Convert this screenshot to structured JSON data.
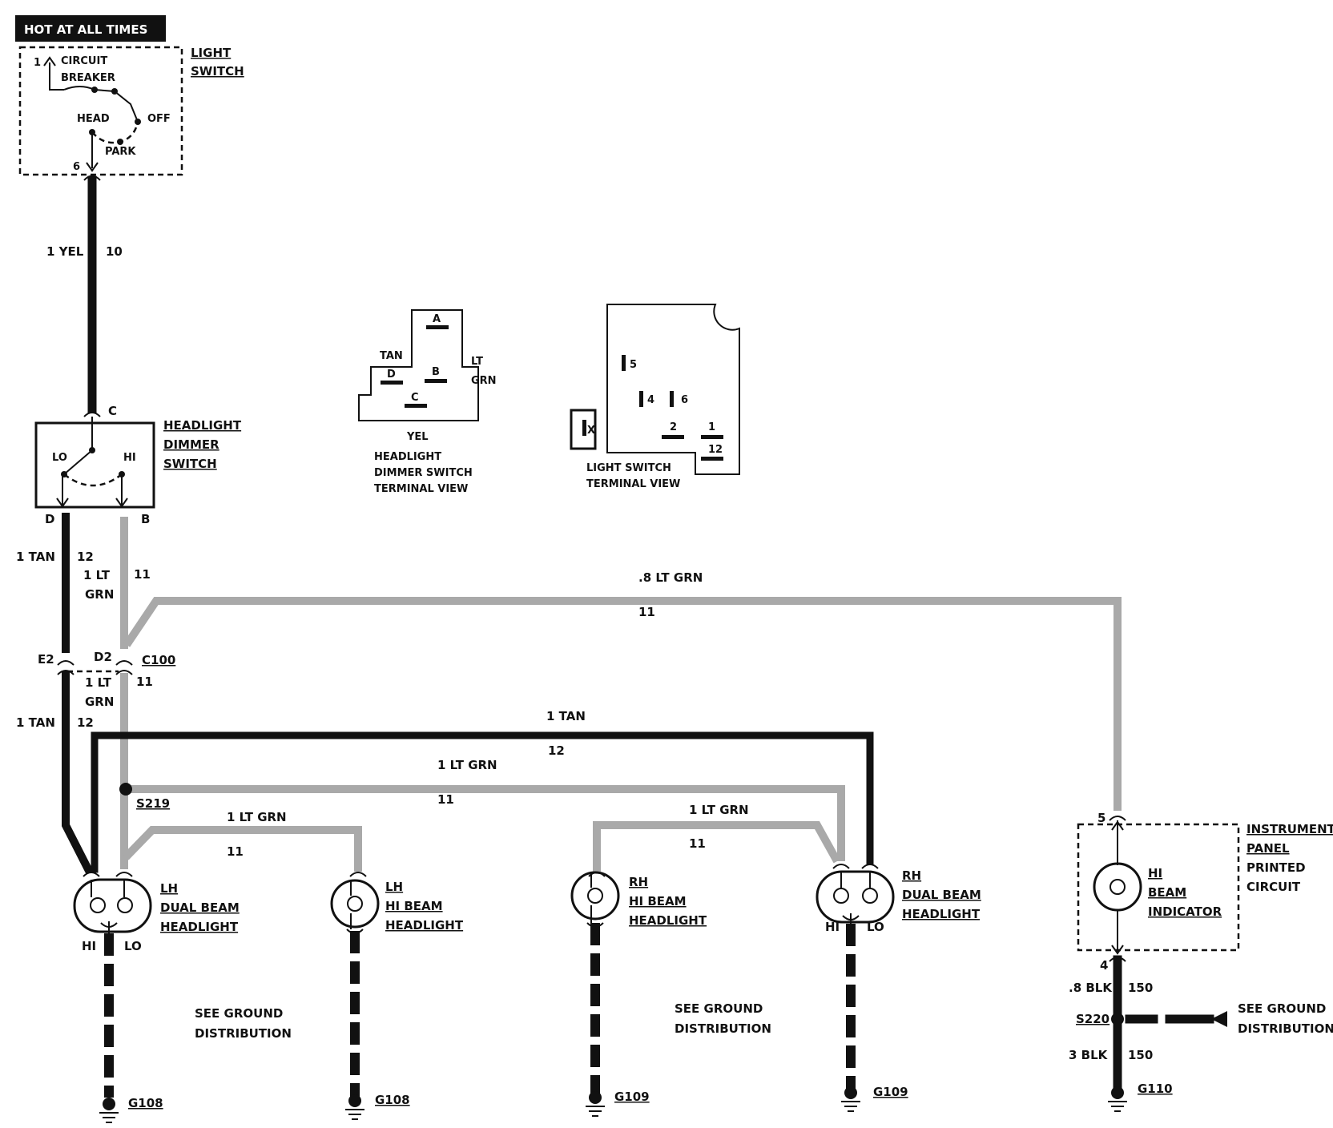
{
  "banner": "HOT AT ALL TIMES",
  "light_switch": {
    "name": [
      "LIGHT",
      "SWITCH"
    ],
    "circuit_breaker": [
      "CIRCUIT",
      "BREAKER"
    ],
    "pin1": "1",
    "pin6": "6",
    "head": "HEAD",
    "off": "OFF",
    "park": "PARK"
  },
  "wire_top": {
    "size_color": "1 YEL",
    "circuit": "10"
  },
  "dimmer": {
    "name": [
      "HEADLIGHT",
      "DIMMER",
      "SWITCH"
    ],
    "pin_c": "C",
    "pin_d": "D",
    "pin_b": "B",
    "lo": "LO",
    "hi": "HI"
  },
  "dimmer_view": {
    "a": "A",
    "b": "B",
    "c": "C",
    "d": "D",
    "tan": "TAN",
    "lt": "LT",
    "grn": "GRN",
    "yel": "YEL",
    "caption": [
      "HEADLIGHT",
      "DIMMER SWITCH",
      "TERMINAL VIEW"
    ]
  },
  "switch_view": {
    "p5": "5",
    "p4": "4",
    "p6": "6",
    "p2": "2",
    "p1": "1",
    "p12": "12",
    "px": "X",
    "caption": [
      "LIGHT SWITCH",
      "TERMINAL VIEW"
    ]
  },
  "wires": {
    "tan_upper": {
      "size": "1 TAN",
      "circuit": "12"
    },
    "grn_upper": {
      "size": "1 LT",
      "size2": "GRN",
      "circuit": "11"
    },
    "grn_ip": {
      "size": ".8 LT GRN",
      "circuit": "11"
    },
    "tan_lower": {
      "size": "1 TAN",
      "circuit": "12"
    },
    "grn_c100": {
      "size": "1 LT",
      "size2": "GRN",
      "circuit": "11"
    },
    "tan_rh": {
      "size": "1 TAN",
      "circuit": "12"
    },
    "grn_rh": {
      "size": "1 LT GRN",
      "circuit": "11"
    },
    "grn_lhhi": {
      "size": "1 LT GRN",
      "circuit": "11"
    },
    "grn_rhhi": {
      "size": "1 LT GRN",
      "circuit": "11"
    },
    "blk_upper": {
      "size": ".8 BLK",
      "circuit": "150"
    },
    "blk_lower": {
      "size": "3 BLK",
      "circuit": "150"
    }
  },
  "connector": {
    "e2": "E2",
    "d2": "D2",
    "name": "C100"
  },
  "splices": {
    "s219": "S219",
    "s220": "S220"
  },
  "lamps": {
    "lh_dual": [
      "LH",
      "DUAL BEAM",
      "HEADLIGHT"
    ],
    "lh_hi": [
      "LH",
      "HI BEAM",
      "HEADLIGHT"
    ],
    "rh_hi": [
      "RH",
      "HI BEAM",
      "HEADLIGHT"
    ],
    "rh_dual": [
      "RH",
      "DUAL BEAM",
      "HEADLIGHT"
    ],
    "hi": "HI",
    "lo": "LO"
  },
  "indicator": {
    "name": [
      "HI",
      "BEAM",
      "INDICATOR"
    ],
    "panel": [
      "INSTRUMENT",
      "PANEL",
      "PRINTED",
      "CIRCUIT"
    ],
    "pin5": "5",
    "pin4": "4"
  },
  "ground_notes": {
    "left": [
      "SEE GROUND",
      "DISTRIBUTION"
    ],
    "middle": [
      "SEE GROUND",
      "DISTRIBUTION"
    ],
    "right": [
      "SEE GROUND",
      "DISTRIBUTION"
    ]
  },
  "grounds": {
    "g108a": "G108",
    "g108b": "G108",
    "g109a": "G109",
    "g109b": "G109",
    "g110": "G110"
  }
}
